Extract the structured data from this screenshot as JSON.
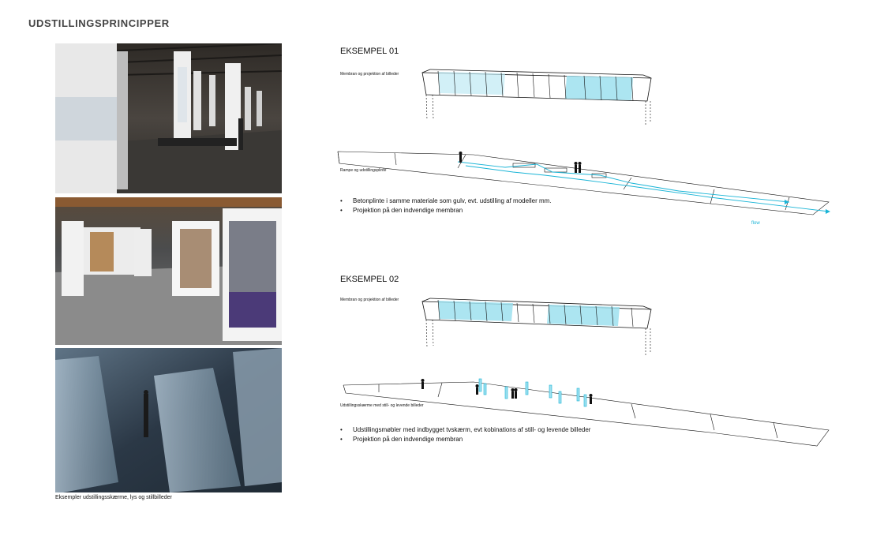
{
  "page": {
    "title": "UDSTILLINGSPRINCIPPER",
    "photo_caption": "Eksempler udstillingsskærme, lys og stillbilleder"
  },
  "example1": {
    "title": "EKSEMPEL 01",
    "membrane_label": "Membran og projektion af billeder",
    "ramp_label": "Rampe og udstillingsplinte",
    "flow_label": "flow",
    "bullets": [
      "Betonplinte i samme materiale som gulv, evt. udstilling af modeller mm.",
      "Projektion på den indvendige membran"
    ]
  },
  "example2": {
    "title": "EKSEMPEL 02",
    "membrane_label": "Membran og projektion af billeder",
    "screens_label": "Udstillingsskærme med still- og levende billeder",
    "bullets": [
      "Udstillingsmøbler med indbygget tvskærm, evt kobinations af still- og levende billeder",
      "Projektion på den indvendige membran"
    ]
  },
  "colors": {
    "accent": "#19b4d6",
    "projection_fill": "#bfeaf4",
    "line": "#111111"
  }
}
